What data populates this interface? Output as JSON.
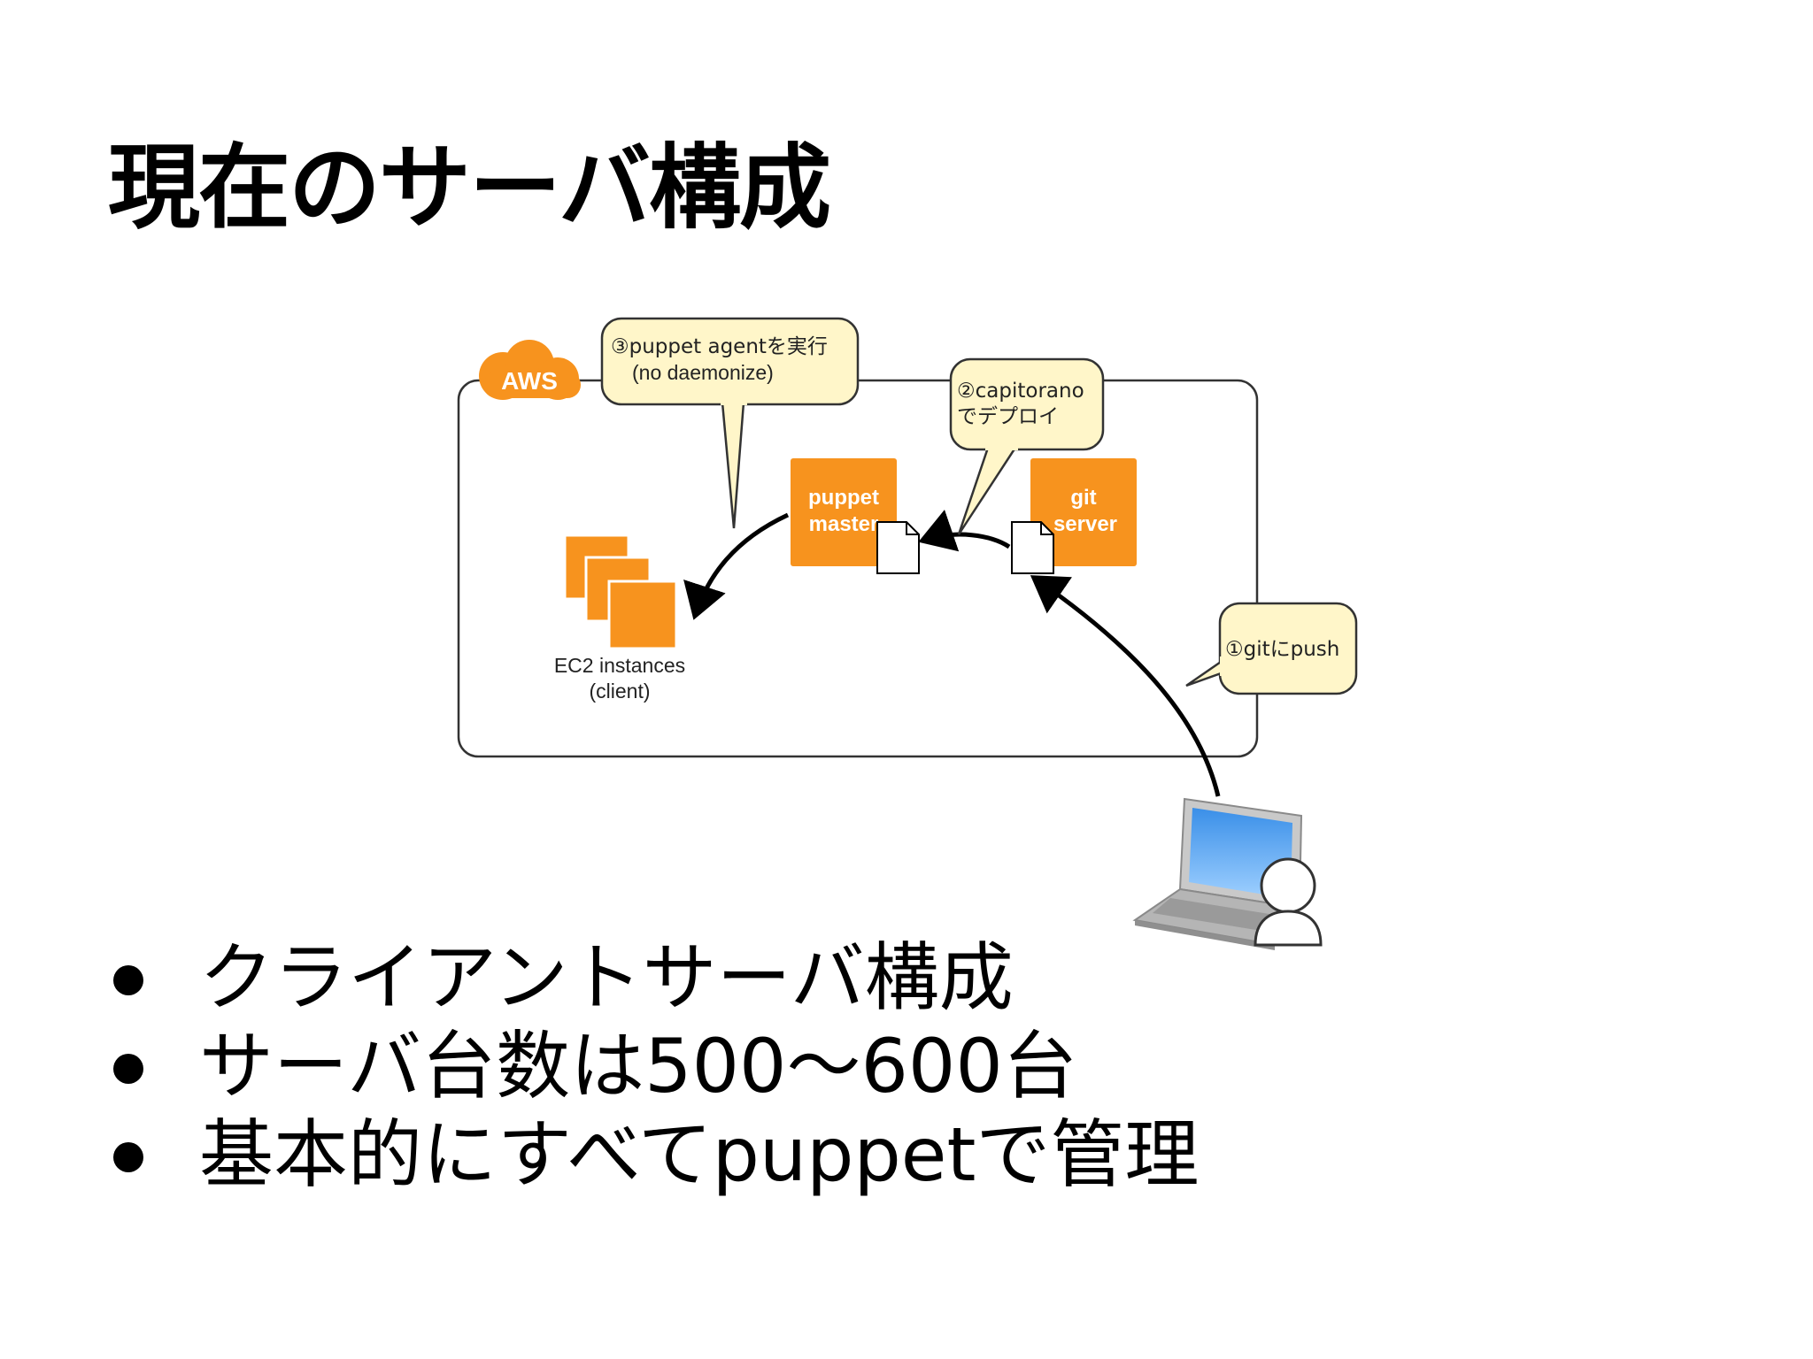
{
  "title": "現在のサーバ構成",
  "diagram": {
    "aws_label": "AWS",
    "callout_puppet_line1": "③puppet agentを実行",
    "callout_puppet_line2": "(no daemonize)",
    "callout_capistrano_line1": "②capitorano",
    "callout_capistrano_line2": "でデプロイ",
    "callout_git_push": "①gitにpush",
    "puppet_master_line1": "puppet",
    "puppet_master_line2": "master",
    "git_server_line1": "git",
    "git_server_line2": "server",
    "ec2_label_line1": "EC2 instances",
    "ec2_label_line2": "(client)",
    "icons": [
      "aws-cloud-icon",
      "ec2-instances-icon",
      "document-icon",
      "laptop-icon",
      "user-icon"
    ],
    "colors": {
      "aws_orange": "#F7931E",
      "callout_fill": "#FFF6C9",
      "box_border": "#333333"
    }
  },
  "bullets": [
    "クライアントサーバ構成",
    "サーバ台数は500〜600台",
    "基本的にすべてpuppetで管理"
  ]
}
